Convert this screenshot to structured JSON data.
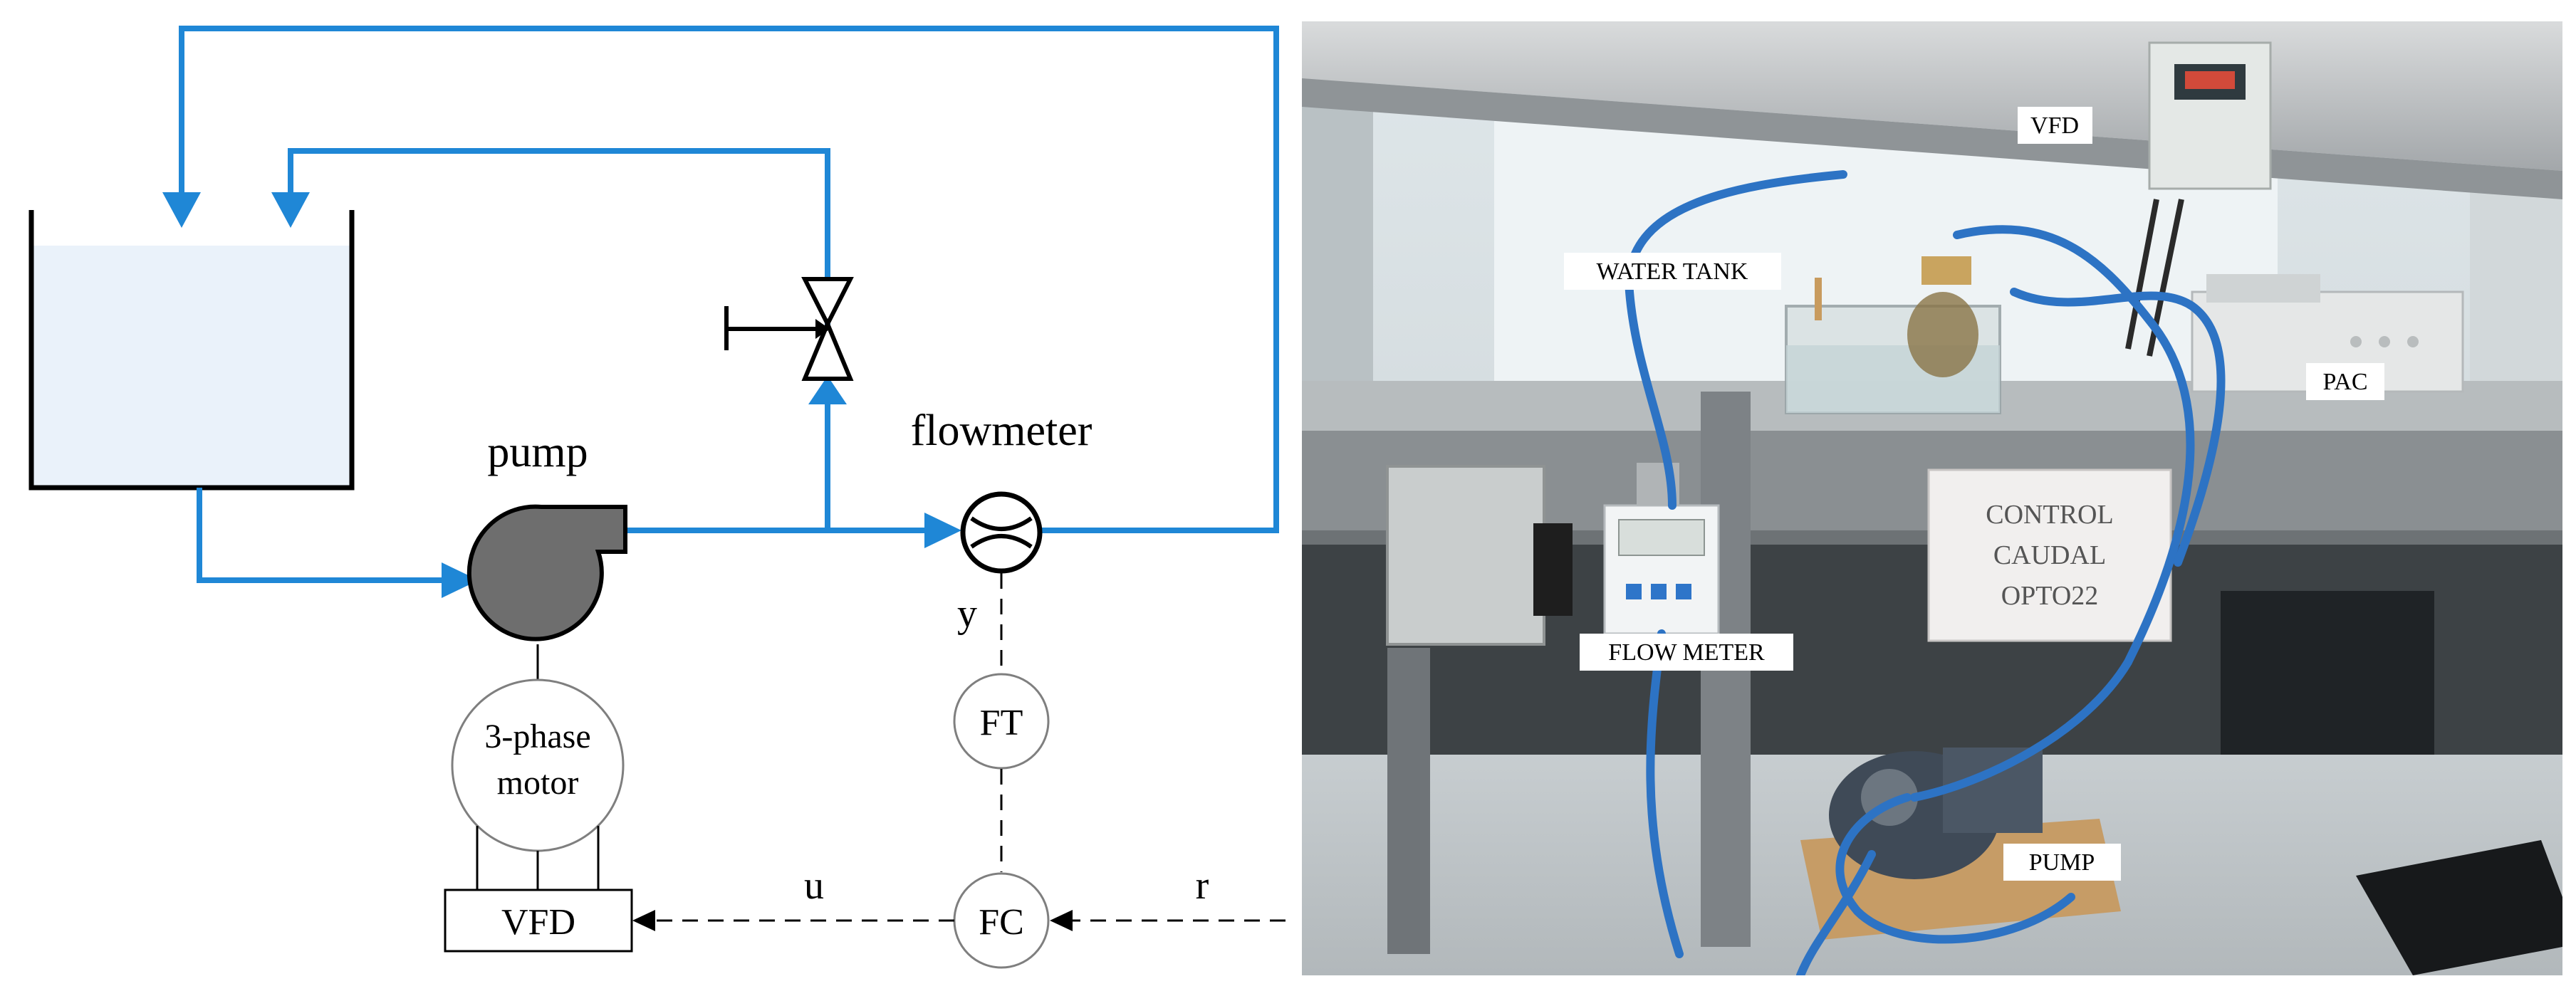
{
  "diagram": {
    "pump_label": "pump",
    "flowmeter_label": "flowmeter",
    "motor_label_line1": "3-phase",
    "motor_label_line2": "motor",
    "vfd_label": "VFD",
    "ft_label": "FT",
    "fc_label": "FC",
    "signal_y": "y",
    "signal_u": "u",
    "signal_r": "r",
    "colors": {
      "pipe": "#1f87d6",
      "tank_fill": "#eaf2fa",
      "pump_fill": "#6e6e6e",
      "line": "#000000",
      "circle_outline": "#7f7f7f"
    }
  },
  "photo": {
    "labels": {
      "vfd": "VFD",
      "water_tank": "WATER TANK",
      "pac": "PAC",
      "flow_meter": "FLOW METER",
      "pump": "PUMP"
    },
    "sign_text": [
      "CONTROL",
      "CAUDAL",
      "OPTO22"
    ]
  }
}
